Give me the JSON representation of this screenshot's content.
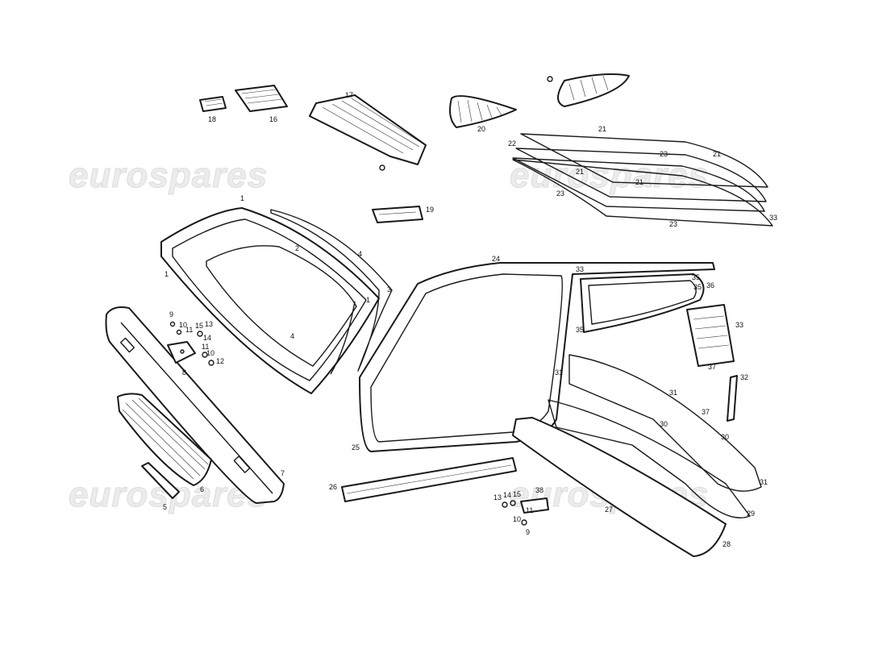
{
  "watermark": {
    "text": "eurospares",
    "instances": [
      "wm-top-left",
      "wm-top-right",
      "wm-bottom-left",
      "wm-bottom-right"
    ]
  },
  "callouts": {
    "n1a": "1",
    "n1b": "1",
    "n1c": "1",
    "n2": "2",
    "n3": "3",
    "n4a": "4",
    "n4b": "4",
    "n5": "5",
    "n6": "6",
    "n7": "7",
    "n8": "8",
    "n9a": "9",
    "n9b": "9",
    "n10a": "10",
    "n10b": "10",
    "n10c": "10",
    "n11a": "11",
    "n11b": "11",
    "n11c": "11",
    "n12": "12",
    "n13a": "13",
    "n13b": "13",
    "n14a": "14",
    "n14b": "14",
    "n15a": "15",
    "n15b": "15",
    "n16": "16",
    "n17": "17",
    "n18": "18",
    "n19": "19",
    "n20": "20",
    "n21a": "21",
    "n21b": "21",
    "n21c": "21",
    "n21d": "21",
    "n22": "22",
    "n23a": "23",
    "n23b": "23",
    "n23c": "23",
    "n24": "24",
    "n25": "25",
    "n26": "26",
    "n27": "27",
    "n28": "28",
    "n29": "29",
    "n30a": "30",
    "n30b": "30",
    "n31a": "31",
    "n31b": "31",
    "n31c": "31",
    "n32": "32",
    "n33a": "33",
    "n33b": "33",
    "n33c": "33",
    "n35a": "35",
    "n35b": "35",
    "n35c": "35",
    "n36": "36",
    "n37a": "37",
    "n37b": "37",
    "n38": "38"
  }
}
